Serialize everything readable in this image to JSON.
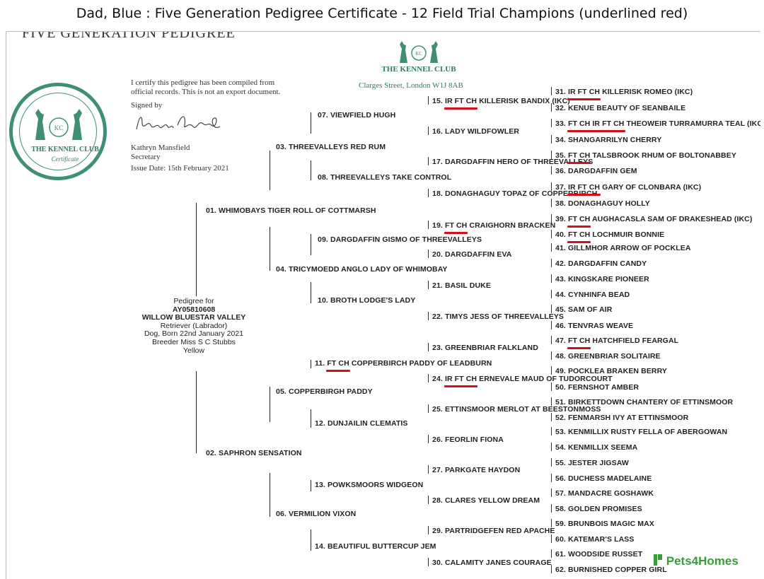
{
  "page_title": "Dad, Blue : Five Generation Pedigree Certificate - 12 Field Trial Champions (underlined red)",
  "certificate": {
    "header_cut": "FIVE GENERATION PEDIGREE",
    "seal_title": "THE KENNEL CLUB",
    "seal_subtitle": "Certificate",
    "seal_monogram": "KC",
    "logo_title": "THE KENNEL CLUB",
    "logo_monogram": "KC",
    "address": "Clarges Street, London W1J 8AB",
    "certify_line1": "I certify this pedigree has been compiled  from",
    "certify_line2": "official records. This is not an export document.",
    "signed_label": "Signed by",
    "signer_name": "Kathryn Mansfield",
    "signer_title": "Secretary",
    "issue_date": "Issue Date: 15th February 2021"
  },
  "subject": {
    "label": "Pedigree for",
    "reg": "AY05810608",
    "name": "WILLOW BLUESTAR VALLEY",
    "breed": "Retriever (Labrador)",
    "born": "Dog, Born 22nd January 2021",
    "breeder": "Breeder Miss S C Stubbs",
    "colour": "Yellow"
  },
  "gen1": [
    {
      "num": "01.",
      "title": "",
      "name": "WHIMOBAYS TIGER ROLL OF COTTMARSH"
    },
    {
      "num": "02.",
      "title": "",
      "name": "SAPHRON SENSATION"
    }
  ],
  "gen2": [
    {
      "num": "03.",
      "title": "",
      "name": "THREEVALLEYS RED RUM"
    },
    {
      "num": "04.",
      "title": "",
      "name": "TRICYMOEDD ANGLO LADY OF WHIMOBAY"
    },
    {
      "num": "05.",
      "title": "",
      "name": "COPPERBIRGH PADDY"
    },
    {
      "num": "06.",
      "title": "",
      "name": "VERMILION VIXON"
    }
  ],
  "gen3": [
    {
      "num": "07.",
      "title": "",
      "name": "VIEWFIELD HUGH"
    },
    {
      "num": "08.",
      "title": "",
      "name": "THREEVALLEYS TAKE CONTROL"
    },
    {
      "num": "09.",
      "title": "",
      "name": "DARGDAFFIN GISMO OF THREEVALLEYS"
    },
    {
      "num": "10.",
      "title": "",
      "name": "BROTH LODGE'S LADY"
    },
    {
      "num": "11.",
      "title": "FT CH",
      "name": "COPPERBIRCH PADDY OF LEADBURN"
    },
    {
      "num": "12.",
      "title": "",
      "name": "DUNJAILIN CLEMATIS"
    },
    {
      "num": "13.",
      "title": "",
      "name": "POWKSMOORS WIDGEON"
    },
    {
      "num": "14.",
      "title": "",
      "name": "BEAUTIFUL BUTTERCUP JEM"
    }
  ],
  "gen4": [
    {
      "num": "15.",
      "title": "IR FT CH",
      "name": "KILLERISK BANDIX (IKC)"
    },
    {
      "num": "16.",
      "title": "",
      "name": "LADY WILDFOWLER"
    },
    {
      "num": "17.",
      "title": "",
      "name": "DARGDAFFIN HERO OF THREEVALLEYS"
    },
    {
      "num": "18.",
      "title": "",
      "name": "DONAGHAGUY TOPAZ OF COPPERBIRCH"
    },
    {
      "num": "19.",
      "title": "FT CH",
      "name": "CRAIGHORN BRACKEN"
    },
    {
      "num": "20.",
      "title": "",
      "name": "DARGDAFFIN EVA"
    },
    {
      "num": "21.",
      "title": "",
      "name": "BASIL DUKE"
    },
    {
      "num": "22.",
      "title": "",
      "name": "TIMYS JESS OF THREEVALLEYS"
    },
    {
      "num": "23.",
      "title": "",
      "name": "GREENBRIAR FALKLAND"
    },
    {
      "num": "24.",
      "title": "IR FT CH",
      "name": "ERNEVALE MAUD OF TUDORCOURT"
    },
    {
      "num": "25.",
      "title": "",
      "name": "ETTINSMOOR MERLOT AT BEESTONMOSS"
    },
    {
      "num": "26.",
      "title": "",
      "name": "FEORLIN FIONA"
    },
    {
      "num": "27.",
      "title": "",
      "name": "PARKGATE HAYDON"
    },
    {
      "num": "28.",
      "title": "",
      "name": "CLARES YELLOW DREAM"
    },
    {
      "num": "29.",
      "title": "",
      "name": "PARTRIDGEFEN RED APACHE"
    },
    {
      "num": "30.",
      "title": "",
      "name": "CALAMITY JANES COURAGE"
    }
  ],
  "gen5": [
    {
      "num": "31.",
      "title": "IR FT CH",
      "name": "KILLERISK ROMEO (IKC)"
    },
    {
      "num": "32.",
      "title": "",
      "name": "KENUE BEAUTY OF SEANBAILE"
    },
    {
      "num": "33.",
      "title": "FT CH  IR FT CH",
      "name": "THEOWEIR TURRAMURRA TEAL (IKC)"
    },
    {
      "num": "34.",
      "title": "",
      "name": "SHANGARRILYN CHERRY"
    },
    {
      "num": "35.",
      "title": "FT CH",
      "name": "TALSBROOK RHUM OF BOLTONABBEY"
    },
    {
      "num": "36.",
      "title": "",
      "name": "DARGDAFFIN GEM"
    },
    {
      "num": "37.",
      "title": "IR FT CH",
      "name": "GARY OF CLONBARA (IKC)"
    },
    {
      "num": "38.",
      "title": "",
      "name": "DONAGHAGUY HOLLY"
    },
    {
      "num": "39.",
      "title": "FT CH",
      "name": "AUGHACASLA SAM OF DRAKESHEAD (IKC)"
    },
    {
      "num": "40.",
      "title": "FT CH",
      "name": "LOCHMUIR BONNIE"
    },
    {
      "num": "41.",
      "title": "",
      "name": "GILLMHOR ARROW OF POCKLEA"
    },
    {
      "num": "42.",
      "title": "",
      "name": "DARGDAFFIN CANDY"
    },
    {
      "num": "43.",
      "title": "",
      "name": "KINGSKARE PIONEER"
    },
    {
      "num": "44.",
      "title": "",
      "name": "CYNHINFA BEAD"
    },
    {
      "num": "45.",
      "title": "",
      "name": "SAM OF AIR"
    },
    {
      "num": "46.",
      "title": "",
      "name": "TENVRAS WEAVE"
    },
    {
      "num": "47.",
      "title": "FT CH",
      "name": "HATCHFIELD FEARGAL"
    },
    {
      "num": "48.",
      "title": "",
      "name": "GREENBRIAR SOLITAIRE"
    },
    {
      "num": "49.",
      "title": "",
      "name": "POCKLEA BRAKEN BERRY"
    },
    {
      "num": "50.",
      "title": "",
      "name": "FERNSHOT AMBER"
    },
    {
      "num": "51.",
      "title": "",
      "name": "BIRKETTDOWN CHANTERY OF ETTINSMOOR"
    },
    {
      "num": "52.",
      "title": "",
      "name": "FENMARSH IVY AT ETTINSMOOR"
    },
    {
      "num": "53.",
      "title": "",
      "name": "KENMILLIX RUSTY FELLA OF ABERGOWAN"
    },
    {
      "num": "54.",
      "title": "",
      "name": "KENMILLIX SEEMA"
    },
    {
      "num": "55.",
      "title": "",
      "name": "JESTER JIGSAW"
    },
    {
      "num": "56.",
      "title": "",
      "name": "DUCHESS MADELAINE"
    },
    {
      "num": "57.",
      "title": "",
      "name": "MANDACRE GOSHAWK"
    },
    {
      "num": "58.",
      "title": "",
      "name": "GOLDEN PROMISES"
    },
    {
      "num": "59.",
      "title": "",
      "name": "BRUNBOIS MAGIC MAX"
    },
    {
      "num": "60.",
      "title": "",
      "name": "KATEMAR'S LASS"
    },
    {
      "num": "61.",
      "title": "",
      "name": "WOODSIDE RUSSET"
    },
    {
      "num": "62.",
      "title": "",
      "name": "BURNISHED COPPER GIRL"
    }
  ],
  "watermark": "Pets4Homes",
  "colors": {
    "kc_green": "#2e7a63",
    "underline_red": "#d0101a",
    "p4h_green": "#3a9b3a"
  }
}
